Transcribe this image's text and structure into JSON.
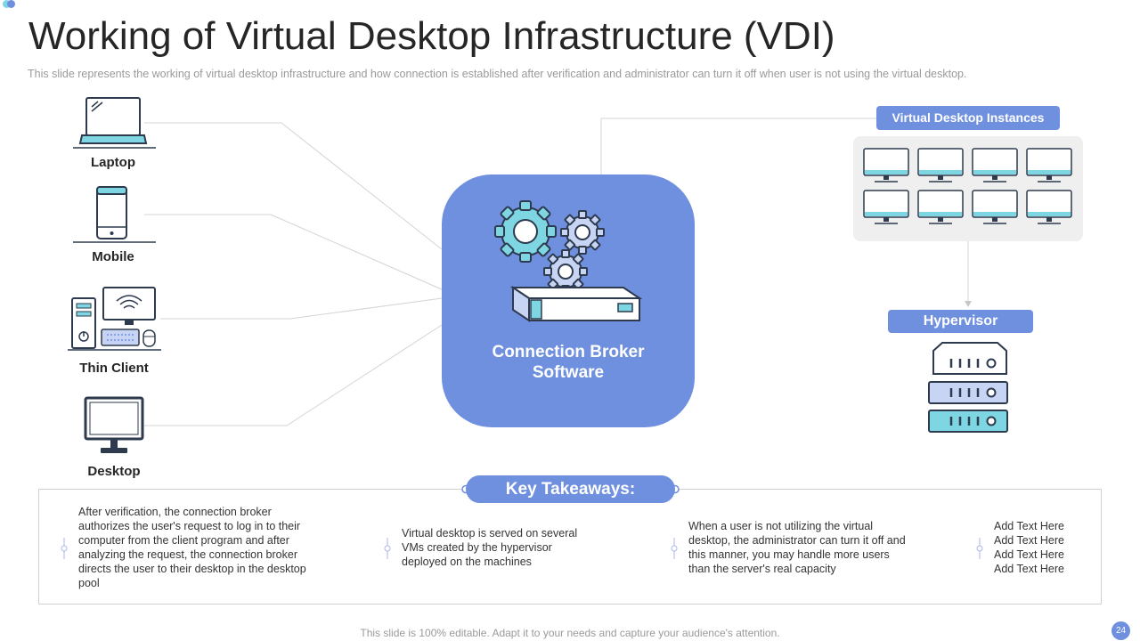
{
  "title": "Working of Virtual Desktop Infrastructure (VDI)",
  "subtitle": "This slide represents the working of virtual desktop infrastructure  and how connection is established after verification  and administrator can turn it off when user is not using the virtual desktop.",
  "devices": {
    "laptop": "Laptop",
    "mobile": "Mobile",
    "thin_client": "Thin Client",
    "desktop": "Desktop"
  },
  "broker": {
    "line1": "Connection Broker",
    "line2": "Software"
  },
  "vdi_instances": "Virtual Desktop Instances",
  "hypervisor": "Hypervisor",
  "takeaways": {
    "heading": "Key Takeaways:",
    "items": [
      "After verification,  the connection broker authorizes the user's request to log in to their computer from the client program  and after analyzing the request, the connection broker directs the user to their desktop in the desktop pool",
      "Virtual desktop is served  on several VMs created by the hypervisor deployed on the machines",
      "When a user is not utilizing the virtual desktop, the administrator can turn it off and this manner,  you may handle more users than the server's  real capacity",
      "Add Text Here\nAdd Text Here\nAdd Text Here\nAdd Text Here"
    ]
  },
  "footer": "This slide is 100% editable. Adapt it to your needs and capture your audience's attention.",
  "page_number": "24",
  "colors": {
    "accent": "#6f8fdf",
    "icon_fill": "#7fd6e3",
    "outline": "#2e3a4d",
    "text": "#262626",
    "muted": "#9a9a9a"
  }
}
